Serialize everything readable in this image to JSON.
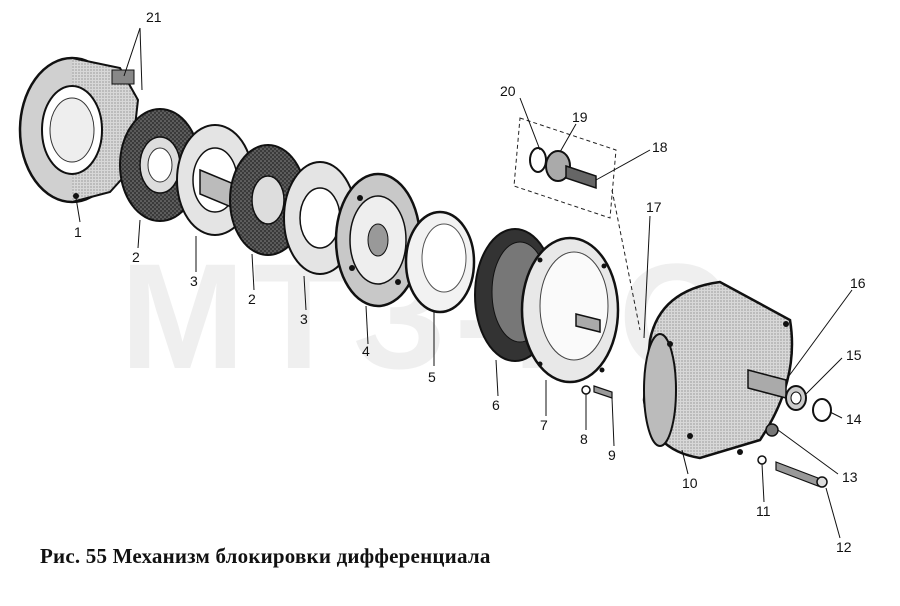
{
  "caption": "Рис. 55  Механизм блокировки дифференциала",
  "watermark": "МТЗ-РО",
  "callouts": [
    {
      "id": "c1",
      "text": "1"
    },
    {
      "id": "c2a",
      "text": "2"
    },
    {
      "id": "c3a",
      "text": "3"
    },
    {
      "id": "c2b",
      "text": "2"
    },
    {
      "id": "c3b",
      "text": "3"
    },
    {
      "id": "c4",
      "text": "4"
    },
    {
      "id": "c5",
      "text": "5"
    },
    {
      "id": "c6",
      "text": "6"
    },
    {
      "id": "c7",
      "text": "7"
    },
    {
      "id": "c8",
      "text": "8"
    },
    {
      "id": "c9",
      "text": "9"
    },
    {
      "id": "c10",
      "text": "10"
    },
    {
      "id": "c11",
      "text": "11"
    },
    {
      "id": "c12",
      "text": "12"
    },
    {
      "id": "c13",
      "text": "13"
    },
    {
      "id": "c14",
      "text": "14"
    },
    {
      "id": "c15",
      "text": "15"
    },
    {
      "id": "c16",
      "text": "16"
    },
    {
      "id": "c17",
      "text": "17"
    },
    {
      "id": "c18",
      "text": "18"
    },
    {
      "id": "c19",
      "text": "19"
    },
    {
      "id": "c20",
      "text": "20"
    },
    {
      "id": "c21",
      "text": "21"
    }
  ]
}
